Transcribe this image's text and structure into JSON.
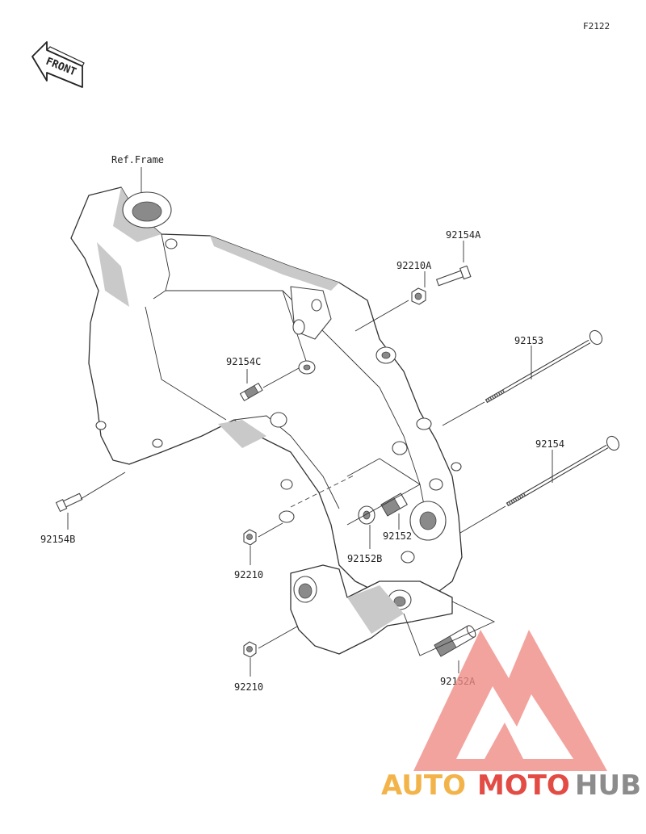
{
  "figure_code": "F2122",
  "front_arrow": {
    "label": "FRONT"
  },
  "ref_frame_label": "Ref.Frame",
  "parts": [
    {
      "id": "p-92154A",
      "number": "92154A"
    },
    {
      "id": "p-92210A",
      "number": "92210A"
    },
    {
      "id": "p-92153",
      "number": "92153"
    },
    {
      "id": "p-92154C",
      "number": "92154C"
    },
    {
      "id": "p-92154",
      "number": "92154"
    },
    {
      "id": "p-92154B",
      "number": "92154B"
    },
    {
      "id": "p-92152",
      "number": "92152"
    },
    {
      "id": "p-92152B",
      "number": "92152B"
    },
    {
      "id": "p-92210-upper",
      "number": "92210"
    },
    {
      "id": "p-92210-lower",
      "number": "92210"
    },
    {
      "id": "p-92152A",
      "number": "92152A"
    }
  ],
  "watermark": {
    "part1": "AUTO",
    "part2": "MOTO",
    "part3": "HUB",
    "colors": {
      "auto": "#f2b44a",
      "moto": "#e24c45",
      "hub": "#8c8c8c"
    }
  }
}
